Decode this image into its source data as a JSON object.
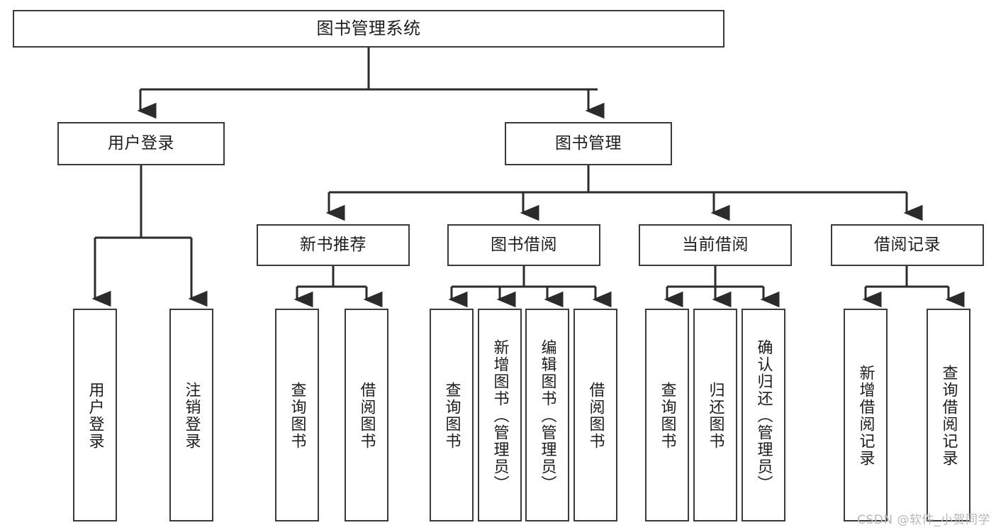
{
  "diagram": {
    "type": "hierarchy-tree",
    "title": "图书管理系统",
    "watermark": "CSDN @软件_小贺同学",
    "colors": {
      "box_border": "#3a3a3a",
      "connector": "#2b2b2b",
      "background": "#ffffff",
      "text": "#1d1d1d",
      "watermark": "#b8b8b8"
    },
    "levels": {
      "root": {
        "label": "图书管理系统"
      },
      "level2": [
        {
          "id": "user-login",
          "label": "用户登录"
        },
        {
          "id": "book-management",
          "label": "图书管理"
        }
      ],
      "level3": [
        {
          "id": "new-book-recommend",
          "label": "新书推荐",
          "parent": "book-management"
        },
        {
          "id": "book-borrow",
          "label": "图书借阅",
          "parent": "book-management"
        },
        {
          "id": "current-borrow",
          "label": "当前借阅",
          "parent": "book-management"
        },
        {
          "id": "borrow-record",
          "label": "借阅记录",
          "parent": "book-management"
        }
      ],
      "leaves": [
        {
          "id": "leaf-user-login",
          "label": "用户登录",
          "parent": "user-login"
        },
        {
          "id": "leaf-logout",
          "label": "注销登录",
          "parent": "user-login"
        },
        {
          "id": "leaf-query-book-1",
          "label": "查询图书",
          "parent": "new-book-recommend"
        },
        {
          "id": "leaf-borrow-book-1",
          "label": "借阅图书",
          "parent": "new-book-recommend"
        },
        {
          "id": "leaf-query-book-2",
          "label": "查询图书",
          "parent": "book-borrow"
        },
        {
          "id": "leaf-add-book",
          "label": "新增图书（管理员）",
          "parent": "book-borrow"
        },
        {
          "id": "leaf-edit-book",
          "label": "编辑图书（管理员）",
          "parent": "book-borrow"
        },
        {
          "id": "leaf-borrow-book-2",
          "label": "借阅图书",
          "parent": "book-borrow"
        },
        {
          "id": "leaf-query-book-3",
          "label": "查询图书",
          "parent": "current-borrow"
        },
        {
          "id": "leaf-return-book",
          "label": "归还图书",
          "parent": "current-borrow"
        },
        {
          "id": "leaf-confirm-return",
          "label": "确认归还（管理员）",
          "parent": "current-borrow"
        },
        {
          "id": "leaf-add-record",
          "label": "新增借阅记录",
          "parent": "borrow-record"
        },
        {
          "id": "leaf-query-record",
          "label": "查询借阅记录",
          "parent": "borrow-record"
        }
      ]
    }
  }
}
